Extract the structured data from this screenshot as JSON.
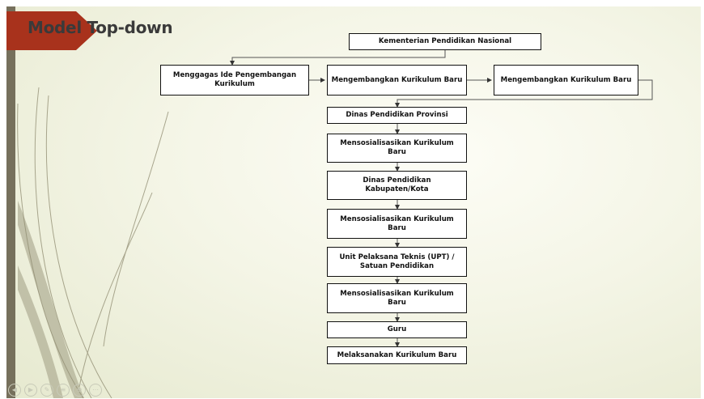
{
  "slide": {
    "title": "Model Top-down"
  },
  "nodes": {
    "kementerian": "Kementerian Pendidikan Nasional",
    "menggagas": "Menggagas Ide Pengembangan Kurikulum",
    "mengembangkan_1": "Mengembangkan Kurikulum Baru",
    "mengembangkan_2": "Mengembangkan Kurikulum Baru",
    "dinas_provinsi": "Dinas Pendidikan Provinsi",
    "sosialisasi_1": "Mensosialisasikan Kurikulum Baru",
    "dinas_kabupaten": "Dinas Pendidikan Kabupaten/Kota",
    "sosialisasi_2": "Mensosialisasikan Kurikulum Baru",
    "upt": "Unit Pelaksana Teknis (UPT) / Satuan Pendidikan",
    "sosialisasi_3": "Mensosialisasikan Kurikulum Baru",
    "guru": "Guru",
    "melaksanakan": "Melaksanakan Kurikulum Baru"
  },
  "edges": [
    [
      "kementerian",
      "menggagas"
    ],
    [
      "menggagas",
      "mengembangkan_1"
    ],
    [
      "mengembangkan_1",
      "mengembangkan_2"
    ],
    [
      "mengembangkan_2",
      "dinas_provinsi"
    ],
    [
      "dinas_provinsi",
      "sosialisasi_1"
    ],
    [
      "sosialisasi_1",
      "dinas_kabupaten"
    ],
    [
      "dinas_kabupaten",
      "sosialisasi_2"
    ],
    [
      "sosialisasi_2",
      "upt"
    ],
    [
      "upt",
      "sosialisasi_3"
    ],
    [
      "sosialisasi_3",
      "guru"
    ],
    [
      "guru",
      "melaksanakan"
    ]
  ],
  "colors": {
    "accent_arrow": "#a8321c",
    "left_bar": "#76705c",
    "box_border": "#111111"
  },
  "nav_controls": [
    {
      "icon": "previous-icon",
      "glyph": "◀"
    },
    {
      "icon": "next-icon",
      "glyph": "▶"
    },
    {
      "icon": "pen-icon",
      "glyph": "✎"
    },
    {
      "icon": "menu-icon",
      "glyph": "≡"
    },
    {
      "icon": "zoom-icon",
      "glyph": "⊕"
    },
    {
      "icon": "more-icon",
      "glyph": "⋯"
    }
  ]
}
